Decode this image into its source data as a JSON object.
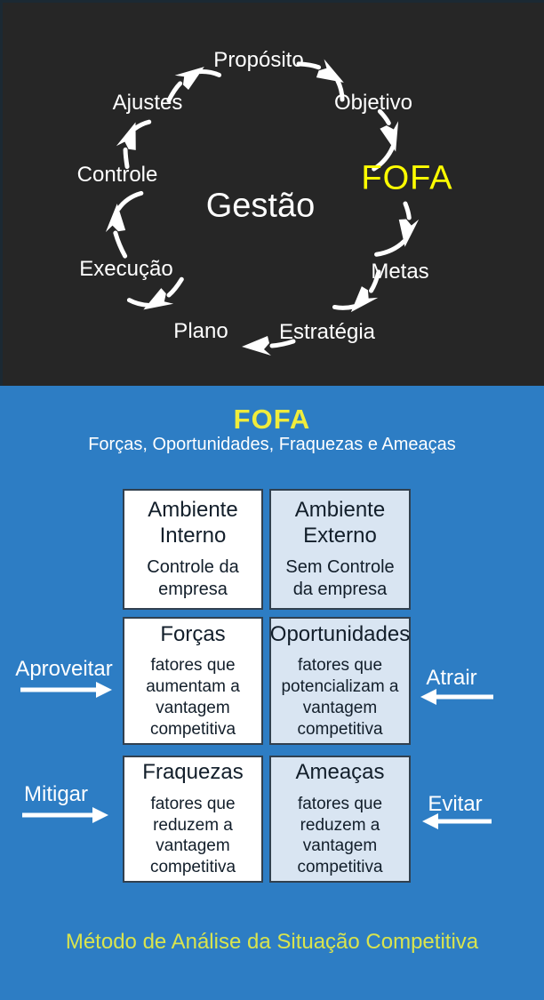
{
  "colors": {
    "dark_panel_bg": "#262626",
    "blue_panel_bg": "#2d7dc4",
    "cycle_text": "#ffffff",
    "fofa_node_yellow": "#ffff00",
    "fofa_title_yellow": "#f0ec3c",
    "caption_yellow": "#d9e44e",
    "box_white": "#ffffff",
    "box_light_blue": "#d9e5f2",
    "box_border": "#31404f",
    "box_text": "#121e2a"
  },
  "cycle": {
    "center_label": "Gestão",
    "nodes": [
      {
        "label": "Propósito"
      },
      {
        "label": "Objetivo"
      },
      {
        "label": "FOFA"
      },
      {
        "label": "Metas"
      },
      {
        "label": "Estratégia"
      },
      {
        "label": "Plano"
      },
      {
        "label": "Execução"
      },
      {
        "label": "Controle"
      },
      {
        "label": "Ajustes"
      }
    ]
  },
  "fofa": {
    "title": "FOFA",
    "subtitle": "Forças, Oportunidades, Fraquezas e Ameaças",
    "boxes": [
      {
        "title": "Ambiente\nInterno",
        "body": "Controle da\nempresa"
      },
      {
        "title": "Ambiente\nExterno",
        "body": "Sem Controle\nda empresa"
      },
      {
        "title": "Forças",
        "body": "fatores que\naumentam a\nvantagem\ncompetitiva"
      },
      {
        "title": "Oportunidades",
        "body": "fatores que\npotencializam a\nvantagem\ncompetitiva"
      },
      {
        "title": "Fraquezas",
        "body": "fatores que\nreduzem a\nvantagem\ncompetitiva"
      },
      {
        "title": "Ameaças",
        "body": "fatores que\nreduzem a\nvantagem\ncompetitiva"
      }
    ],
    "side_labels": [
      {
        "label": "Aproveitar",
        "direction": "right"
      },
      {
        "label": "Atrair",
        "direction": "left"
      },
      {
        "label": "Mitigar",
        "direction": "right"
      },
      {
        "label": "Evitar",
        "direction": "left"
      }
    ],
    "caption": "Método de Análise da Situação Competitiva"
  }
}
